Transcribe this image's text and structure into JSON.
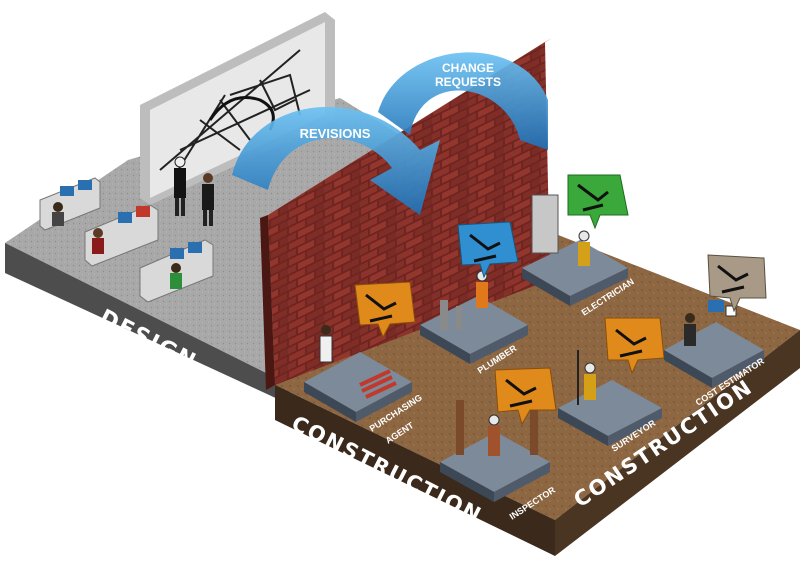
{
  "arrows": {
    "revisions": "REVISIONS",
    "change_requests_line1": "CHANGE",
    "change_requests_line2": "REQUESTS"
  },
  "zones": {
    "design": "DESIGN",
    "construction_left": "CONSTRUCTION",
    "construction_right": "CONSTRUCTION"
  },
  "roles": {
    "electrician": "ELECTRICIAN",
    "plumber": "PLUMBER",
    "purchasing_line1": "PURCHASING",
    "purchasing_line2": "AGENT",
    "surveyor": "SURVEYOR",
    "cost_estimator": "COST ESTIMATOR",
    "inspector": "INSPECTOR"
  },
  "colors": {
    "design_floor": "#a6a6a6",
    "design_side": "#4d4d4d",
    "construction_floor": "#8a6440",
    "construction_side": "#3b2a1b",
    "brick": "#7a2a24",
    "arrow_blue": "#3a9ad9",
    "bubble_green": "#3aa83a",
    "bubble_blue": "#2f8fd0",
    "bubble_orange": "#e08a1c",
    "bubble_tan": "#a89a86"
  }
}
